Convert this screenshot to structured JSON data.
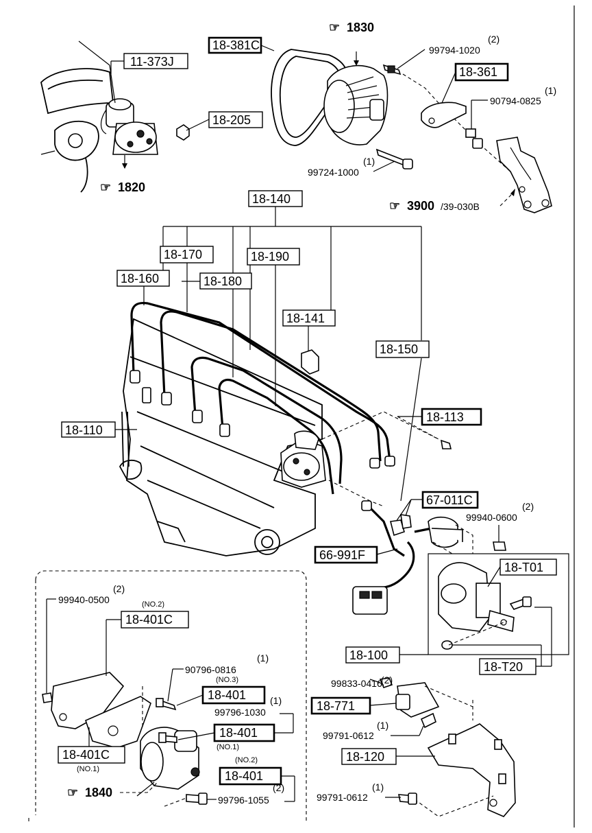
{
  "labels": {
    "p11_373j": "11-373J",
    "p18_205": "18-205",
    "ref_1820": "1820",
    "p18_381c": "18-381C",
    "ref_1830": "1830",
    "p99794_1020": "99794-1020",
    "q99794_1020": "(2)",
    "p18_361": "18-361",
    "p90794_0825": "90794-0825",
    "q90794_0825": "(1)",
    "p99724_1000": "99724-1000",
    "q99724_1000": "(1)",
    "ref_3900": "3900",
    "ref_3900_sub": "/39-030B",
    "p18_140": "18-140",
    "p18_170": "18-170",
    "p18_190": "18-190",
    "p18_160": "18-160",
    "p18_180": "18-180",
    "p18_141": "18-141",
    "p18_150": "18-150",
    "p18_113": "18-113",
    "p18_110": "18-110",
    "p67_011c": "67-011C",
    "p99940_0600": "99940-0600",
    "q99940_0600": "(2)",
    "p66_991f": "66-991F",
    "p18_t01": "18-T01",
    "p18_100": "18-100",
    "p18_t20": "18-T20",
    "p99833_0416": "99833-0416",
    "q99833_0416": "(2)",
    "p18_771": "18-771",
    "p99791_0612_a": "99791-0612",
    "q99791_0612_a": "(1)",
    "p18_120": "18-120",
    "p99791_0612_b": "99791-0612",
    "q99791_0612_b": "(1)",
    "p99940_0500": "99940-0500",
    "q99940_0500": "(2)",
    "no2_a": "(NO.2)",
    "p18_401c_a": "18-401C",
    "p90796_0816": "90796-0816",
    "q90796_0816": "(1)",
    "no3": "(NO.3)",
    "p18_401_a": "18-401",
    "p99796_1030": "99796-1030",
    "q99796_1030": "(1)",
    "p18_401_b": "18-401",
    "no1_b": "(NO.1)",
    "p18_401c_b": "18-401C",
    "no1_c": "(NO.1)",
    "no2_b": "(NO.2)",
    "p18_401_c": "18-401",
    "q99796_1055": "(2)",
    "p99796_1055": "99796-1055",
    "ref_1840": "1840"
  },
  "icons": {
    "ref_mark": "hand-pointer-icon"
  }
}
